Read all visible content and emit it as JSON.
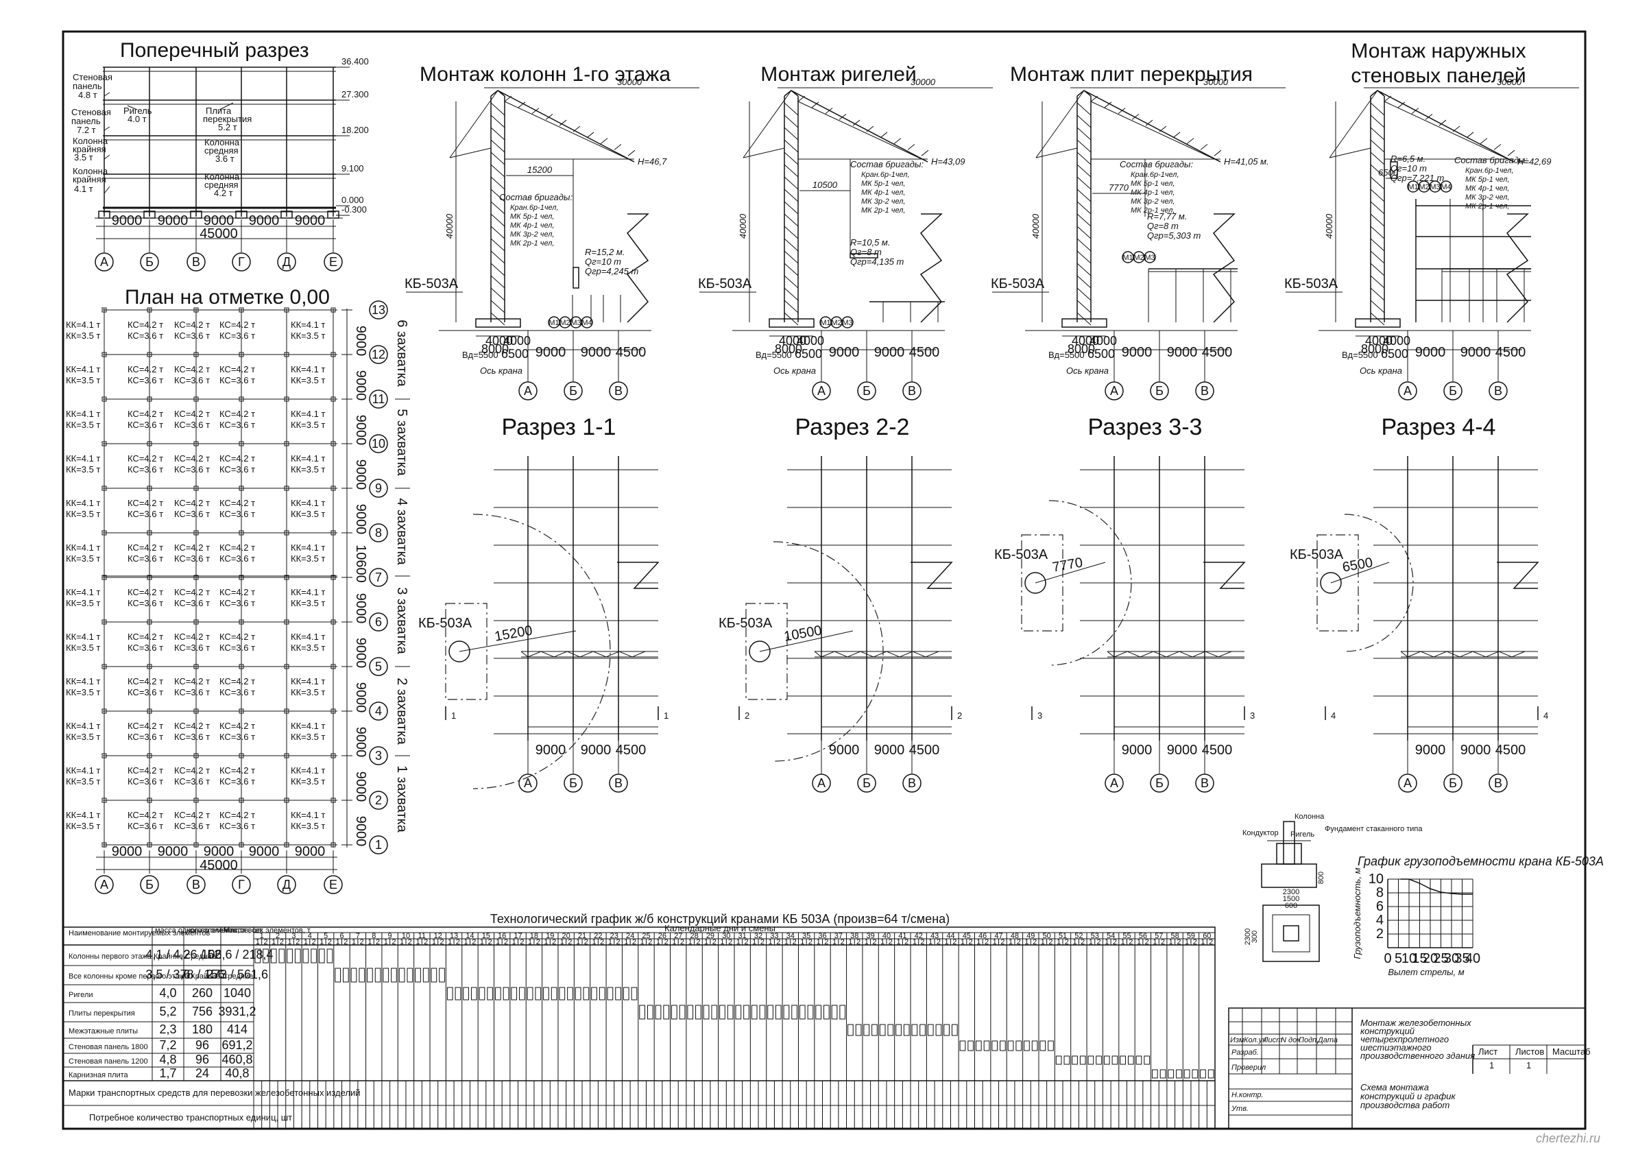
{
  "cross_section": {
    "title": "Поперечный разрез",
    "labels": [
      {
        "text": "Стеновая"
      },
      {
        "text": "панель"
      },
      {
        "text": "4.8 т"
      },
      {
        "text": "Стеновая"
      },
      {
        "text": "панель"
      },
      {
        "text": "7.2 т"
      },
      {
        "text": "Колонна"
      },
      {
        "text": "крайняя"
      },
      {
        "text": "3.5 т"
      },
      {
        "text": "Колонна"
      },
      {
        "text": "крайняя"
      },
      {
        "text": "4.1 т"
      },
      {
        "text": "Ригель"
      },
      {
        "text": "4.0 т"
      },
      {
        "text": "Плита"
      },
      {
        "text": "перекрытия"
      },
      {
        "text": "5.2 т"
      },
      {
        "text": "Колонна"
      },
      {
        "text": "средняя"
      },
      {
        "text": "3.6 т"
      },
      {
        "text": "Колонна"
      },
      {
        "text": "средняя"
      },
      {
        "text": "4.2 т"
      }
    ],
    "levels": [
      "36.400",
      "27.300",
      "18.200",
      "9.100",
      "0.000",
      "-0.300"
    ],
    "spans": [
      "9000",
      "9000",
      "9000",
      "9000",
      "9000"
    ],
    "total": "45000",
    "axes": [
      "А",
      "Б",
      "В",
      "Г",
      "Д",
      "Е"
    ]
  },
  "plan": {
    "title": "План на отметке 0,00",
    "rows": [
      [
        "КК=4.1 т",
        "КС=4.2 т",
        "КС=4.2 т",
        "КС=4.2 т",
        "КК=4.1 т"
      ],
      [
        "КК=3.5 т",
        "КС=3.6 т",
        "КС=3.6 т",
        "КС=3.6 т",
        "КК=3.5 т"
      ]
    ],
    "axes_x": [
      "А",
      "Б",
      "В",
      "Г",
      "Д",
      "Е"
    ],
    "axes_y": [
      "1",
      "2",
      "3",
      "4",
      "5",
      "6",
      "7",
      "8",
      "9",
      "10",
      "11",
      "12",
      "13"
    ],
    "spans_x": [
      "9000",
      "9000",
      "9000",
      "9000",
      "9000"
    ],
    "total_x": "45000",
    "span_y": "9000",
    "gap": "10600",
    "zahvatki": [
      "1 захватка",
      "2 захватка",
      "3 захватка",
      "4 захватка",
      "5 захватка",
      "6 захватка"
    ]
  },
  "views": [
    {
      "title": "Монтаж колонн 1-го этажа",
      "section": "Разрез 1-1",
      "height": "H=46,7",
      "reach": "15200",
      "crane_R": "R=15,2 м.",
      "crane_Q": "Qг=10 т",
      "crane_Qgr": "Qгр=4,245 т",
      "sec_mark": "1"
    },
    {
      "title": "Монтаж ригелей",
      "section": "Разрез 2-2",
      "height": "H=43,09",
      "reach": "10500",
      "crane_R": "R=10,5 м.",
      "crane_Q": "Qг=8 т",
      "crane_Qgr": "Qгр=4,135 т",
      "sec_mark": "2"
    },
    {
      "title": "Монтаж плит перекрытия",
      "section": "Разрез 3-3",
      "height": "H=41,05 м.",
      "reach": "7770",
      "crane_R": "R=7,77 м.",
      "crane_Q": "Qг=8 т",
      "crane_Qgr": "Qгр=5,303 т",
      "sec_mark": "3"
    },
    {
      "title": "Монтаж наружных",
      "title2": "стеновых панелей",
      "section": "Разрез 4-4",
      "height": "H=42,69",
      "reach": "6500",
      "crane_R": "R=6,5 м.",
      "crane_Q": "Qг=10 т",
      "crane_Qgr": "Qгр=7,221 т",
      "sec_mark": "4"
    }
  ],
  "view_common": {
    "crane": "КБ-503А",
    "span_top": "30000",
    "mast": "40000",
    "brigade_title": "Состав бригады:",
    "brigade": [
      "Кран.6р-1чел,",
      "МК 5р-1 чел,",
      "МК 4р-1 чел,",
      "МК 3р-2 чел,",
      "МК 2р-1 чел,"
    ],
    "base": [
      "4000",
      "4000",
      "8000"
    ],
    "track": [
      "Вд=5500",
      "6500"
    ],
    "crane_axis": "Ось крана",
    "spans": [
      "9000",
      "9000",
      "4500"
    ],
    "axes": [
      "А",
      "Б",
      "В"
    ],
    "mounters": [
      "М1",
      "М2",
      "М3",
      "М4"
    ]
  },
  "schedule": {
    "title": "Технологический график ж/б конструкций кранами КБ 503А (произв=64 т/смена)",
    "header_cols": [
      "Наименование монтируемых элементов",
      "масса одного элемента,т",
      "кол-во элементов, шт",
      "Масса всех элементов, т"
    ],
    "days_label": "Календарные дни и смены",
    "rows": [
      {
        "name": "Колонны первого этажа Крайние Средние",
        "mass": "4,1 / 4,2",
        "count": "26 / 52",
        "total": "106,6 / 218,4"
      },
      {
        "name": "Все колонны кроме первого этажа Крайние Средние",
        "mass": "3,5 / 3,6",
        "count": "78 / 156",
        "total": "273 / 561,6"
      },
      {
        "name": "Ригели",
        "mass": "4,0",
        "count": "260",
        "total": "1040"
      },
      {
        "name": "Плиты перекрытия",
        "mass": "5,2",
        "count": "756",
        "total": "3931,2"
      },
      {
        "name": "Межэтажные плиты",
        "mass": "2,3",
        "count": "180",
        "total": "414"
      },
      {
        "name": "Стеновая панель 1800",
        "mass": "7,2",
        "count": "96",
        "total": "691,2"
      },
      {
        "name": "Стеновая панель 1200",
        "mass": "4,8",
        "count": "96",
        "total": "460,8"
      },
      {
        "name": "Карнизная плита",
        "mass": "1,7",
        "count": "24",
        "total": "40,8"
      }
    ],
    "footer1": "Марки транспортных средств для перевозки железобетонных изделий",
    "footer2": "Потребное количество транспортных единиц, шт",
    "day_count": 60
  },
  "detail": {
    "labels": [
      "Кондуктор",
      "Колонна",
      "Фундамент стаканного типа",
      "Ригель"
    ],
    "dims": [
      "2300",
      "1500",
      "600",
      "300",
      "2300",
      "800"
    ]
  },
  "chart": {
    "title": "График грузоподъемности крана КБ-503А",
    "ylabel": "Грузоподъемность, м",
    "xlabel": "Вылет стрелы, м"
  },
  "chart_data": {
    "type": "line",
    "title": "График грузоподъемности крана КБ-503А",
    "xlabel": "Вылет стрелы, м",
    "ylabel": "Грузоподъемность, м",
    "x_ticks": [
      "0",
      "5",
      "10",
      "15",
      "20",
      "25",
      "30",
      "35",
      "40"
    ],
    "y_ticks": [
      "2",
      "4",
      "6",
      "8",
      "10"
    ],
    "xlim": [
      0,
      40
    ],
    "ylim": [
      0,
      10
    ],
    "series": [
      {
        "x": [
          6,
          10,
          15,
          20,
          25,
          30,
          35,
          40
        ],
        "y": [
          10,
          10,
          9.4,
          8.6,
          8.1,
          7.9,
          7.8,
          7.8
        ]
      }
    ]
  },
  "stamp": {
    "cols": [
      "Изм",
      "Кол.уч",
      "Лист",
      "N док.",
      "Подп.",
      "Дата"
    ],
    "roles": [
      "Разраб.",
      "Проверил",
      "Н.контр.",
      "Утв."
    ],
    "project": "Монтаж железобетонных конструкций четырехпролетного шестиэтажного производственного здания",
    "sheet_title": "Схема монтажа конструкций и график производства работ",
    "sheet_hdr": [
      "Лист",
      "Листов",
      "Масштаб"
    ],
    "sheet_vals": [
      "1",
      "1"
    ]
  },
  "watermark": "chertezhi.ru"
}
